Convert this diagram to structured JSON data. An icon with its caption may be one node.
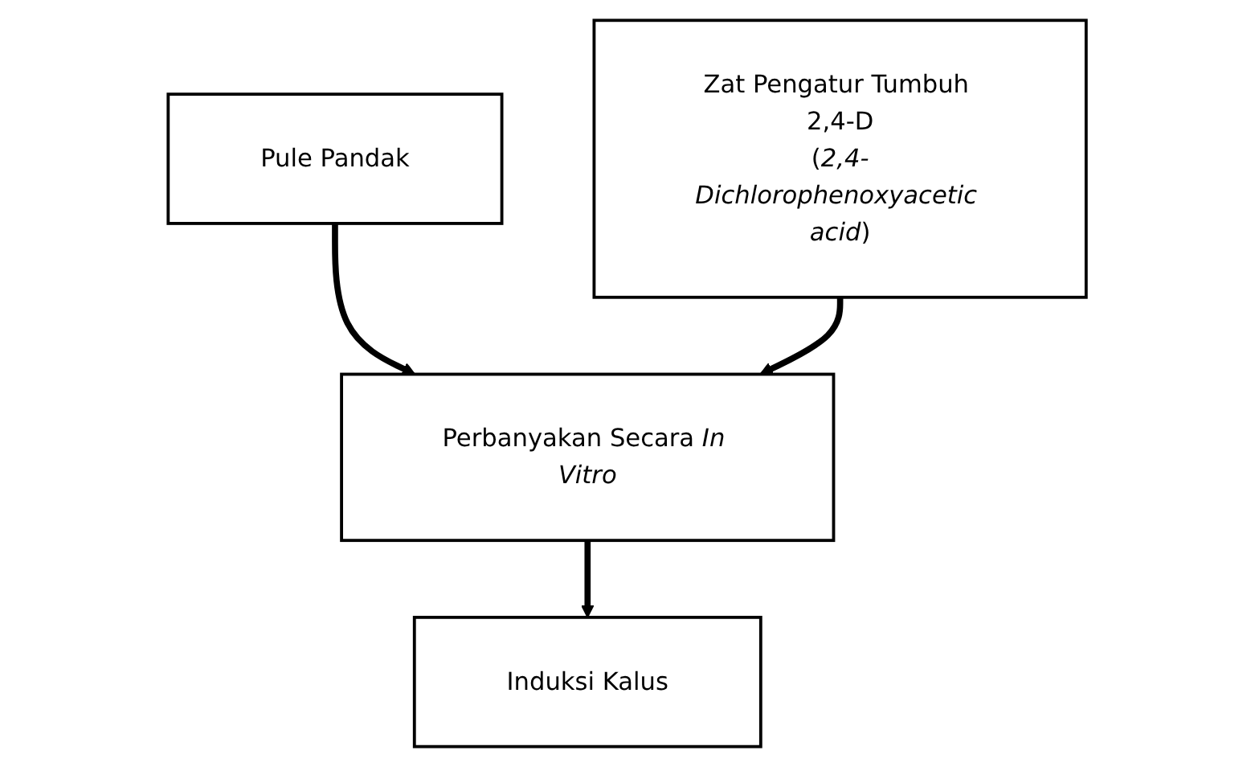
{
  "diagram": {
    "nodes": [
      {
        "text": [
          "Pule Pandak"
        ]
      },
      {
        "text": [
          "Perbanyakan Secara *In Vitro*"
        ]
      },
      {
        "text": [
          "Induksi Kalus"
        ]
      },
      {
        "text": [
          "Zat Pengatur Tumbuh 2,4-D",
          "(*2,4-Dichlorophenoxyacetic acid*)"
        ]
      }
    ],
    "edges": [
      {
        "from": 0,
        "to": 1,
        "arrow": "to"
      },
      {
        "from": 3,
        "to": 1,
        "arrow": "to"
      },
      {
        "from": 1,
        "to": 2,
        "arrow": "to"
      }
    ]
  }
}
